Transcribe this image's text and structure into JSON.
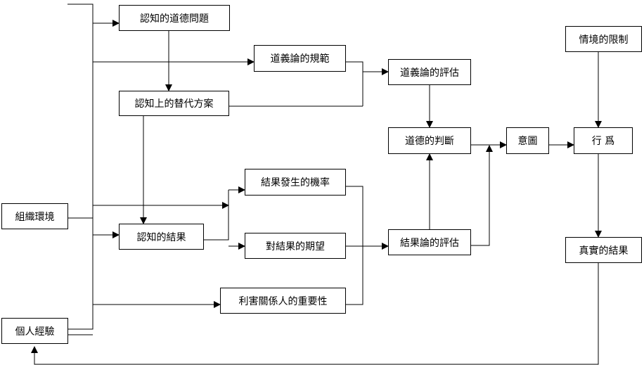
{
  "nodes": {
    "cognitive_ethical_problem": "認知的道德問題",
    "deontological_norms": "道義論的規範",
    "deontological_evaluation": "道義論的評估",
    "cognitive_alternatives": "認知上的替代方案",
    "ethical_judgment": "道德的判斷",
    "intention": "意圖",
    "behavior": "行 爲",
    "situational_constraints": "情境的限制",
    "probability_of_consequences": "結果發生的機率",
    "organizational_environment": "組織環境",
    "perceived_consequences": "認知的結果",
    "desirability_of_consequences": "對結果的期望",
    "teleological_evaluation": "結果論的評估",
    "actual_consequences": "真實的結果",
    "importance_of_stakeholders": "利害關係人的重要性",
    "personal_experience": "個人經驗"
  }
}
